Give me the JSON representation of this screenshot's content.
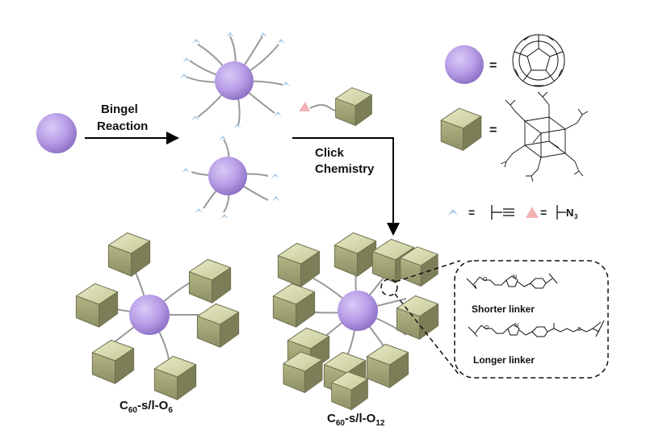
{
  "steps": {
    "bingel_line1": "Bingel",
    "bingel_line2": "Reaction",
    "click_line1": "Click",
    "click_line2": "Chemistry"
  },
  "legend": {
    "equals": "=",
    "n3_main": "N",
    "n3_sub": "3"
  },
  "linkers": {
    "shorter": "Shorter linker",
    "longer": "Longer linker",
    "atoms": [
      "O",
      "N",
      "S"
    ]
  },
  "products": {
    "left": {
      "main": "C",
      "sub1": "60",
      "mid": "-s/l-O",
      "sub2": "6"
    },
    "right": {
      "main": "C",
      "sub1": "60",
      "mid": "-s/l-O",
      "sub2": "12"
    }
  },
  "colors": {
    "fullerene": "#b89ee6",
    "cube_top": "#d9dcb0",
    "cube_side": "#80825a",
    "alkyne": "#a9cbe8",
    "azide": "#f2b1b4"
  }
}
